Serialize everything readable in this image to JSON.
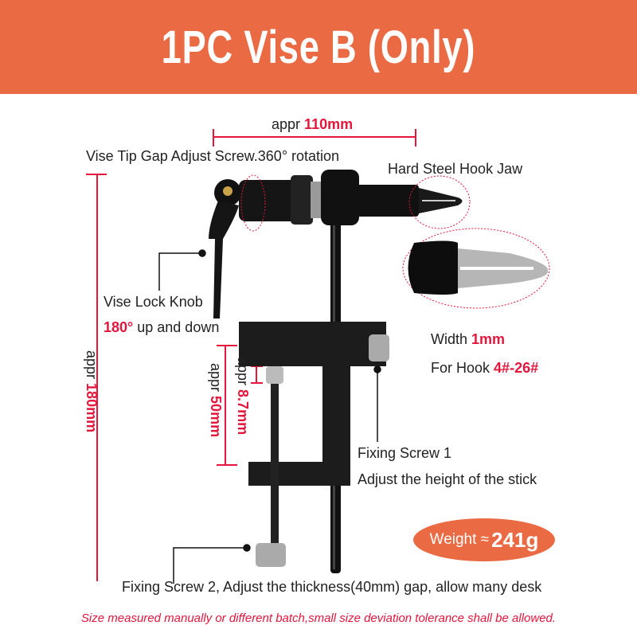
{
  "header": {
    "title": "1PC Vise B (Only)"
  },
  "dimensions": {
    "width": {
      "prefix": "appr",
      "value": "110mm"
    },
    "height": {
      "prefix": "appr",
      "value": "180mm"
    },
    "clamp_opening": {
      "prefix": "appr",
      "value": "50mm"
    },
    "screw_head": {
      "prefix": "appr",
      "value": "8.7mm"
    }
  },
  "callouts": {
    "tip_gap": "Vise Tip Gap Adjust Screw.360° rotation",
    "hook_jaw": "Hard Steel Hook Jaw",
    "lock_knob_title": "Vise Lock Knob",
    "lock_knob_value": "180°",
    "lock_knob_desc": "up and down",
    "jaw_width_label": "Width",
    "jaw_width_value": "1mm",
    "hook_label": "For Hook",
    "hook_value": "4#-26#",
    "fixing1_title": "Fixing Screw 1",
    "fixing1_desc": "Adjust the height of the stick",
    "fixing2": "Fixing Screw 2,  Adjust the thickness(40mm) gap, allow many desk"
  },
  "weight": {
    "label": "Weight ≈",
    "value": "241g"
  },
  "disclaimer": "Size measured manually or different batch,small size deviation tolerance shall be allowed.",
  "colors": {
    "brand_orange": "#e96a43",
    "accent_red": "#e4163c",
    "text": "#222222"
  }
}
